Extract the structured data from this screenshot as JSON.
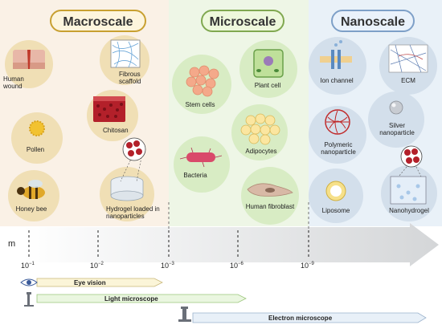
{
  "scales": {
    "macro": "Macroscale",
    "micro": "Microscale",
    "nano": "Nanoscale"
  },
  "macro_items": {
    "human_wound": "Human wound",
    "fibrous_scaffold": "Fibrous scaffold",
    "chitosan": "Chitosan",
    "pollen": "Pollen",
    "honey_bee": "Honey bee",
    "hydrogel": "Hydrogel loaded in nanoparticles"
  },
  "micro_items": {
    "stem_cells": "Stem cells",
    "plant_cell": "Plant cell",
    "adipocytes": "Adipocytes",
    "bacteria": "Bacteria",
    "human_fibroblast": "Human fibroblast"
  },
  "nano_items": {
    "ion_channel": "Ion channel",
    "ecm": "ECM",
    "silver_nanoparticle": "Silver nanoparticle",
    "polymeric_nanoparticle": "Polymeric nanoparticle",
    "liposome": "Liposome",
    "nanohydrogel": "Nanohydrogel"
  },
  "axis": {
    "unit": "m",
    "ticks": [
      {
        "label": "10",
        "exp": "−1"
      },
      {
        "label": "10",
        "exp": "−2"
      },
      {
        "label": "10",
        "exp": "−3"
      },
      {
        "label": "10",
        "exp": "−6"
      },
      {
        "label": "10",
        "exp": "−9"
      }
    ]
  },
  "tools": {
    "eye": "Eye vision",
    "light": "Light microscope",
    "electron": "Electron microscope"
  },
  "colors": {
    "macro_bg": "#faf1e6",
    "micro_bg": "#eef6e6",
    "nano_bg": "#e9f1f8",
    "eye_bar": "#fbf5d8",
    "light_bar": "#eaf6e0",
    "electron_bar": "#e8f0f8"
  }
}
